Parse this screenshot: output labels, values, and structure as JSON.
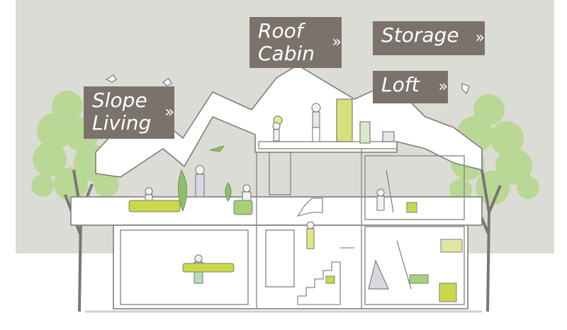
{
  "tags": {
    "slope_living": {
      "label": "Slope\nLiving",
      "chevron": "»"
    },
    "roof_cabin": {
      "label": "Roof\nCabin",
      "chevron": "»"
    },
    "storage": {
      "label": "Storage",
      "chevron": "»"
    },
    "loft": {
      "label": "Loft",
      "chevron": "»"
    }
  },
  "colors": {
    "tag_bg": "#7b726c",
    "tag_text": "#ffffff",
    "backdrop": "#dcdcd6",
    "accent_lime": "#c9d94a",
    "line": "#6f6f6f",
    "leaf": "#b5d88a"
  },
  "icons": [
    "bird-icon",
    "tree-icon",
    "house-cross-section-icon"
  ]
}
